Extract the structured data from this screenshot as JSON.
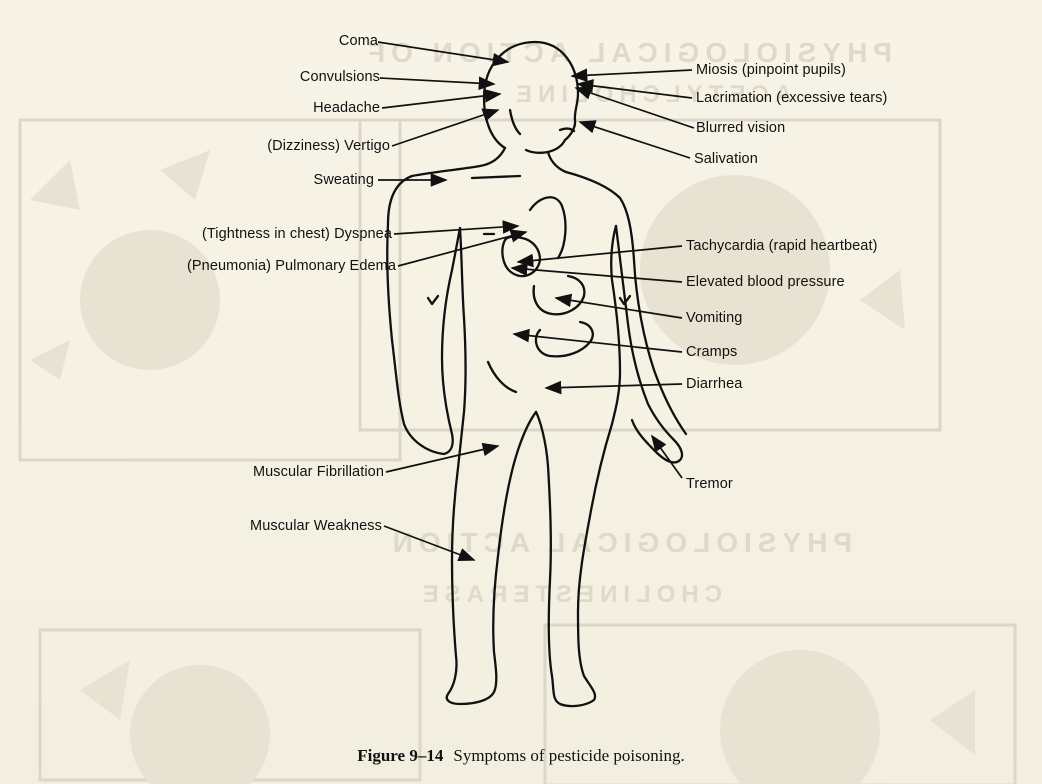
{
  "figure": {
    "number": "Figure 9–14",
    "caption": "Symptoms of pesticide poisoning."
  },
  "labels_left": {
    "coma": "Coma",
    "convulsions": "Convulsions",
    "headache": "Headache",
    "vertigo": "(Dizziness) Vertigo",
    "sweating": "Sweating",
    "dyspnea": "(Tightness in chest) Dyspnea",
    "edema": "(Pneumonia) Pulmonary Edema",
    "fibrillation": "Muscular Fibrillation",
    "weakness": "Muscular Weakness"
  },
  "labels_right": {
    "miosis": "Miosis (pinpoint pupils)",
    "lacrimation": "Lacrimation (excessive tears)",
    "blurred": "Blurred vision",
    "salivation": "Salivation",
    "tachycardia": "Tachycardia (rapid heartbeat)",
    "bp": "Elevated blood pressure",
    "vomiting": "Vomiting",
    "cramps": "Cramps",
    "diarrhea": "Diarrhea",
    "tremor": "Tremor"
  },
  "bleed_through": {
    "top_line1": "PHYSIOLOGICAL ACTION OF",
    "top_line2": "ACETYLCHOLINE",
    "bottom_line1": "PHYSIOLOGICAL ACTION",
    "bottom_line2": "CHOLINESTERASE"
  }
}
